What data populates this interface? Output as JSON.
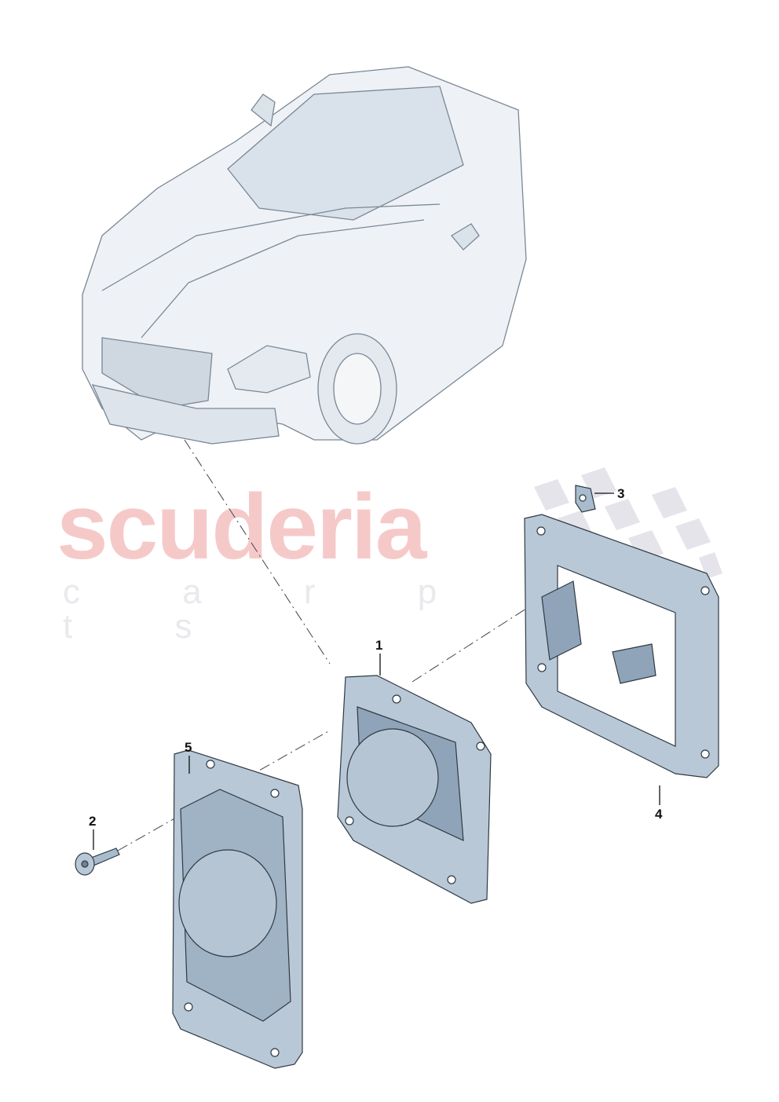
{
  "diagram": {
    "type": "exploded-parts-diagram",
    "subject": "front radar sensor assembly",
    "vehicle_illustration": "car-front-three-quarter-view",
    "colors": {
      "line": "#3a4550",
      "part_fill": "#b9c8d6",
      "part_shadow": "#8fa4b8",
      "car_fill": "#eef2f6",
      "car_glass": "#d9e2ea",
      "watermark_red": "#f6c9c9",
      "watermark_grey": "#e6e6ea",
      "checker": "#dcdce4"
    },
    "callouts": [
      {
        "id": "1",
        "label": "1",
        "part": "radar-sensor-module"
      },
      {
        "id": "2",
        "label": "2",
        "part": "mounting-screw"
      },
      {
        "id": "3",
        "label": "3",
        "part": "spring-nut-clip"
      },
      {
        "id": "4",
        "label": "4",
        "part": "sensor-bracket"
      },
      {
        "id": "5",
        "label": "5",
        "part": "sensor-cover-plate"
      }
    ]
  },
  "watermark": {
    "main": "scuderia",
    "sub": "c a r   p a r t s"
  }
}
